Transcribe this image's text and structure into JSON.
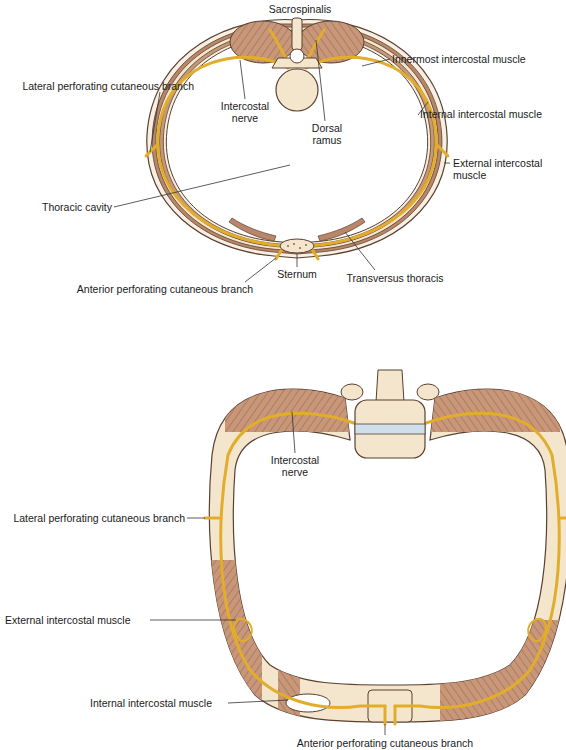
{
  "diagram": {
    "labels": [
      "Sacrospinalis",
      "Innermost intercostal muscle",
      "Intercostal nerve",
      "Dorsal ramus",
      "Internal intercostal muscle",
      "Lateral perforating cutaneous branch",
      "External intercostal muscle",
      "Thoracic cavity",
      "Sternum",
      "Anterior perforating cutaneous branch",
      "Transversus thoracis",
      "Intercostal nerve",
      "Lateral perforating cutaneous branch",
      "External intercostal muscle",
      "Internal intercostal muscle",
      "Anterior perforating cutaneous branch"
    ]
  }
}
